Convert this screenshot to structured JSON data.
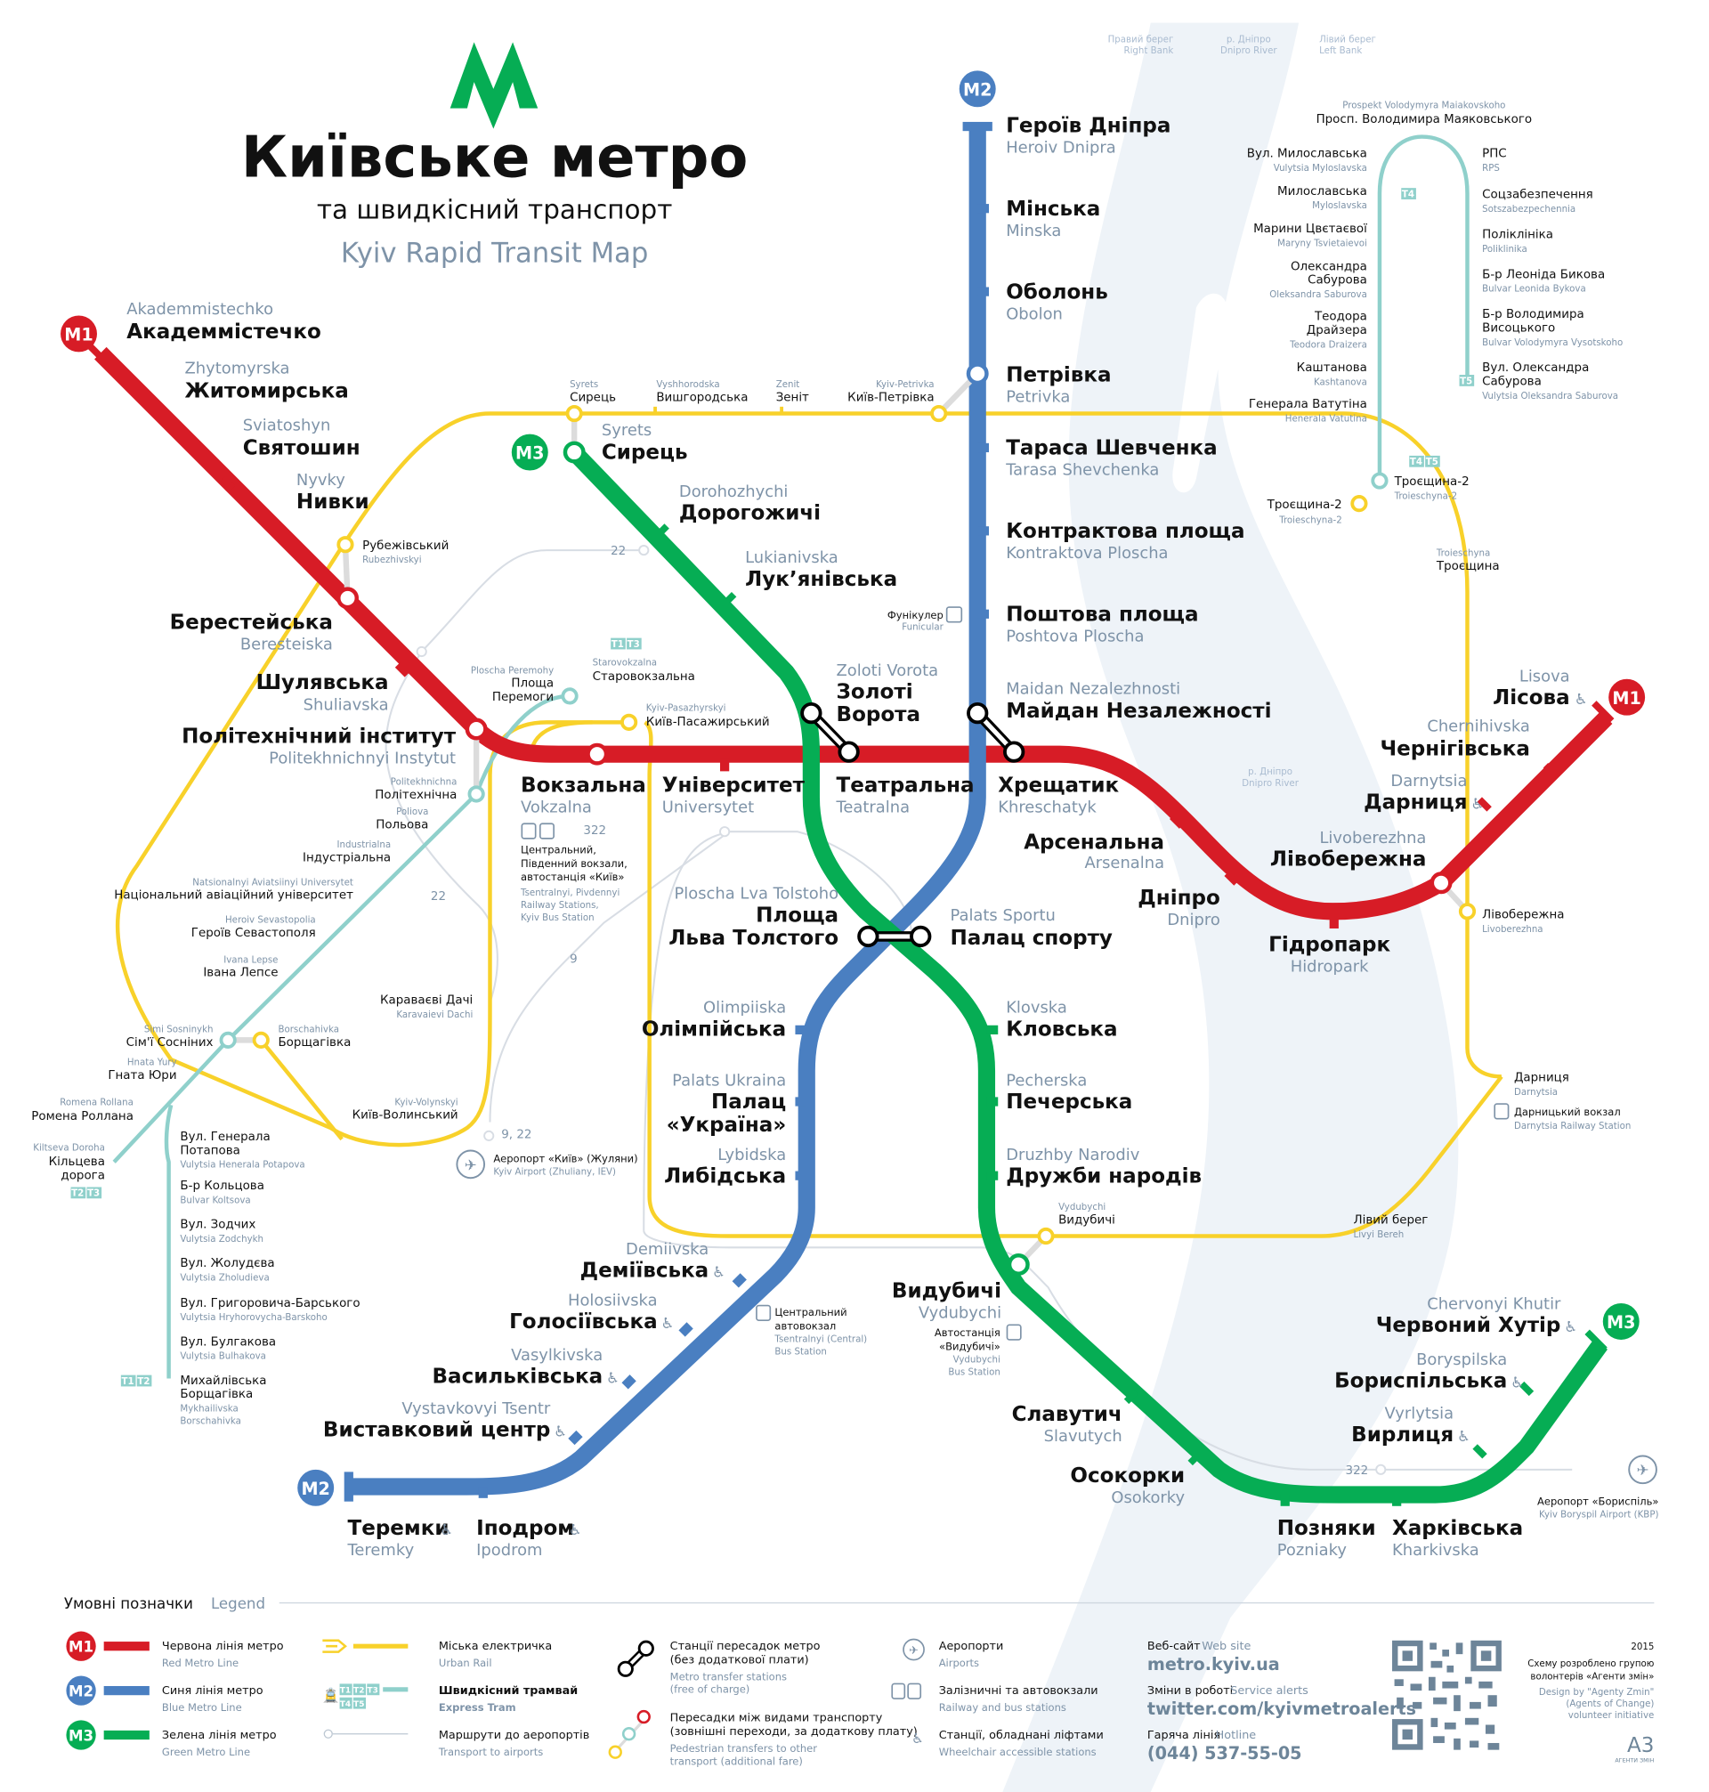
{
  "header": {
    "title": "Київське метро",
    "subtitle": "та швидкісний транспорт",
    "subtitle_en": "Kyiv Rapid Transit Map",
    "logo_color": "#06ad54"
  },
  "colors": {
    "red": "#d71c26",
    "blue": "#4a7fc1",
    "green": "#06ad54",
    "yellow": "#f8d12a",
    "tram": "#8fd0cb",
    "river": "#eef3f8",
    "english_text": "#7e93a8"
  },
  "river_labels": {
    "right_bank": "Правий берег",
    "right_bank_en": "Right Bank",
    "river": "р. Дніпро",
    "river_en": "Dnipro River",
    "left_bank": "Лівий берег",
    "left_bank_en": "Left Bank",
    "mid_river": "р. Дніпро",
    "mid_river_en": "Dnipro River"
  },
  "badges": {
    "m1": "M1",
    "m2": "M2",
    "m3": "M3"
  },
  "red_line": {
    "name": "Червона лінія метро",
    "stations": [
      {
        "ua": "Академмістечко",
        "en": "Akademmistechko"
      },
      {
        "ua": "Житомирська",
        "en": "Zhytomyrska"
      },
      {
        "ua": "Святошин",
        "en": "Sviatoshyn"
      },
      {
        "ua": "Нивки",
        "en": "Nyvky"
      },
      {
        "ua": "Берестейська",
        "en": "Beresteiska"
      },
      {
        "ua": "Шулявська",
        "en": "Shuliavska"
      },
      {
        "ua": "Політехнічний інститут",
        "en": "Politekhnichnyi Instytut"
      },
      {
        "ua": "Вокзальна",
        "en": "Vokzalna"
      },
      {
        "ua": "Університет",
        "en": "Universytet"
      },
      {
        "ua": "Театральна",
        "en": "Teatralna"
      },
      {
        "ua": "Хрещатик",
        "en": "Khreschatyk"
      },
      {
        "ua": "Арсенальна",
        "en": "Arsenalna"
      },
      {
        "ua": "Дніпро",
        "en": "Dnipro"
      },
      {
        "ua": "Гідропарк",
        "en": "Hidropark"
      },
      {
        "ua": "Лівобережна",
        "en": "Livoberezhna"
      },
      {
        "ua": "Дарниця",
        "en": "Darnytsia"
      },
      {
        "ua": "Чернігівська",
        "en": "Chernihivska"
      },
      {
        "ua": "Лісова",
        "en": "Lisova"
      }
    ]
  },
  "blue_line": {
    "name": "Синя лінія метро",
    "stations": [
      {
        "ua": "Героїв Дніпра",
        "en": "Heroiv Dnipra"
      },
      {
        "ua": "Мінська",
        "en": "Minska"
      },
      {
        "ua": "Оболонь",
        "en": "Obolon"
      },
      {
        "ua": "Петрівка",
        "en": "Petrivka"
      },
      {
        "ua": "Тараса Шевченка",
        "en": "Tarasa Shevchenka"
      },
      {
        "ua": "Контрактова площа",
        "en": "Kontraktova Ploscha"
      },
      {
        "ua": "Поштова площа",
        "en": "Poshtova Ploscha"
      },
      {
        "ua": "Майдан Незалежності",
        "en": "Maidan Nezalezhnosti"
      },
      {
        "ua": "Площа",
        "ua2": "Льва Толстого",
        "en": "Ploscha Lva Tolstoho"
      },
      {
        "ua": "Олімпійська",
        "en": "Olimpiiska"
      },
      {
        "ua": "Палац",
        "ua2": "«Україна»",
        "en": "Palats Ukraina"
      },
      {
        "ua": "Либідська",
        "en": "Lybidska"
      },
      {
        "ua": "Деміївська",
        "en": "Demiivska"
      },
      {
        "ua": "Голосіївська",
        "en": "Holosiivska"
      },
      {
        "ua": "Васильківська",
        "en": "Vasylkivska"
      },
      {
        "ua": "Виставковий центр",
        "en": "Vystavkovyi Tsentr"
      },
      {
        "ua": "Іподром",
        "en": "Ipodrom"
      },
      {
        "ua": "Теремки",
        "en": "Teremky"
      }
    ]
  },
  "green_line": {
    "name": "Зелена лінія метро",
    "stations": [
      {
        "ua": "Сирець",
        "en": "Syrets"
      },
      {
        "ua": "Дорогожичі",
        "en": "Dorohozhychi"
      },
      {
        "ua": "Лук’янівська",
        "en": "Lukianivska"
      },
      {
        "ua": "Золоті",
        "ua2": "Ворота",
        "en": "Zoloti Vorota"
      },
      {
        "ua": "Палац спорту",
        "en": "Palats Sportu"
      },
      {
        "ua": "Кловська",
        "en": "Klovska"
      },
      {
        "ua": "Печерська",
        "en": "Pecherska"
      },
      {
        "ua": "Дружби народів",
        "en": "Druzhby Narodiv"
      },
      {
        "ua": "Видубичі",
        "en": "Vydubychi"
      },
      {
        "ua": "Славутич",
        "en": "Slavutych"
      },
      {
        "ua": "Осокорки",
        "en": "Osokorky"
      },
      {
        "ua": "Позняки",
        "en": "Pozniaky"
      },
      {
        "ua": "Харківська",
        "en": "Kharkivska"
      },
      {
        "ua": "Вирлиця",
        "en": "Vyrlytsia"
      },
      {
        "ua": "Бориспільська",
        "en": "Boryspilska"
      },
      {
        "ua": "Червоний Хутір",
        "en": "Chervonyi Khutir"
      }
    ]
  },
  "urban_rail": {
    "stations": [
      {
        "ua": "Сирець",
        "en": "Syrets"
      },
      {
        "ua": "Вишгородська",
        "en": "Vyshhorodska"
      },
      {
        "ua": "Зеніт",
        "en": "Zenit"
      },
      {
        "ua": "Київ-Петрівка",
        "en": "Kyiv-Petrivka"
      },
      {
        "ua": "Троєщина-2",
        "en": "Troieschyna-2"
      },
      {
        "ua": "Троєщина",
        "en": "Troieschyna"
      },
      {
        "ua": "Лівобережна",
        "en": "Livoberezhna"
      },
      {
        "ua": "Дарниця",
        "en": "Darnytsia"
      },
      {
        "ua": "Лівий берег",
        "en": "Livyi Bereh"
      },
      {
        "ua": "Видубичі",
        "en": "Vydubychi"
      },
      {
        "ua": "Київ-Волинський",
        "en": "Kyiv-Volynskyi"
      },
      {
        "ua": "Караваєві Дачі",
        "en": "Karavaievi Dachi"
      },
      {
        "ua": "Київ-Пасажирський",
        "en": "Kyiv-Pasazhyrskyi"
      },
      {
        "ua": "Борщагівка",
        "en": "Borschahivka"
      },
      {
        "ua": "Рубежівський",
        "en": "Rubezhivskyi"
      }
    ]
  },
  "tram_west": {
    "stations": [
      {
        "ua": "Старовокзальна",
        "en": "Starovokzalna"
      },
      {
        "ua": "Площа",
        "ua2": "Перемоги",
        "en": "Ploscha Peremohy"
      },
      {
        "ua": "Політехнічна",
        "en": "Politekhnichna"
      },
      {
        "ua": "Польова",
        "en": "Poliova"
      },
      {
        "ua": "Індустріальна",
        "en": "Industrialna"
      },
      {
        "ua": "Національний авіаційний університет",
        "en": "Natsionalnyi Aviatsiinyi Universytet"
      },
      {
        "ua": "Героїв Севастополя",
        "en": "Heroiv Sevastopolia"
      },
      {
        "ua": "Івана Лепсе",
        "en": "Ivana Lepse"
      },
      {
        "ua": "Сім'ї Сосніних",
        "en": "Simi Sosninykh"
      },
      {
        "ua": "Гната Юри",
        "en": "Hnata Yury"
      },
      {
        "ua": "Ромена Роллана",
        "en": "Romena Rollana"
      },
      {
        "ua": "Кільцева",
        "ua2": "дорога",
        "en": "Kiltseva Doroha"
      },
      {
        "ua": "Вул. Генерала",
        "ua2": "Потапова",
        "en": "Vulytsia Henerala Potapova"
      },
      {
        "ua": "Б-р Кольцова",
        "en": "Bulvar Koltsova"
      },
      {
        "ua": "Вул. Зодчих",
        "en": "Vulytsia Zodchykh"
      },
      {
        "ua": "Вул. Жолудєва",
        "en": "Vulytsia Zholudieva"
      },
      {
        "ua": "Вул. Григоровича-Барського",
        "en": "Vulytsia Hryhorovycha-Barskoho"
      },
      {
        "ua": "Вул. Булгакова",
        "en": "Vulytsia Bulhakova"
      },
      {
        "ua": "Михайлівська",
        "ua2": "Борщагівка",
        "en": "Mykhailivska",
        "en2": "Borschahivka"
      }
    ],
    "tags": {
      "starovokzalna": [
        "T1",
        "T3"
      ],
      "kiltseva": [
        "T2",
        "T3"
      ],
      "mykhailivska": [
        "T1",
        "T2"
      ]
    }
  },
  "tram_east": {
    "stations": [
      {
        "ua": "Просп. Володимира Маяковського",
        "en": "Prospekt Volodymyra Maiakovskoho"
      },
      {
        "ua": "Вул. Милославська",
        "en": "Vulytsia Myloslavska"
      },
      {
        "ua": "Милославська",
        "en": "Myloslavska"
      },
      {
        "ua": "Марини Цвєтаєвої",
        "en": "Maryny Tsvietaievoi"
      },
      {
        "ua": "Олександра",
        "ua2": "Сабурова",
        "en": "Oleksandra Saburova"
      },
      {
        "ua": "Теодора",
        "ua2": "Драйзера",
        "en": "Teodora Draizera"
      },
      {
        "ua": "Каштанова",
        "en": "Kashtanova"
      },
      {
        "ua": "Генерала Ватутіна",
        "en": "Henerala Vatutina"
      },
      {
        "ua": "Троєщина-2",
        "en": "Troieschyna-2"
      },
      {
        "ua": "РПС",
        "en": "RPS"
      },
      {
        "ua": "Соцзабезпечення",
        "en": "Sotszabezpechennia"
      },
      {
        "ua": "Поліклініка",
        "en": "Poliklinika"
      },
      {
        "ua": "Б-р Леоніда Бикова",
        "en": "Bulvar Leonida Bykova"
      },
      {
        "ua": "Б-р Володимира",
        "ua2": "Висоцького",
        "en": "Bulvar Volodymyra Vysotskoho"
      },
      {
        "ua": "Вул. Олександра",
        "ua2": "Сабурова",
        "en": "Vulytsia Oleksandra Saburova"
      }
    ],
    "tags": {
      "myloslavska": [
        "T4"
      ],
      "saburova": [
        "T5"
      ],
      "troieschyna": [
        "T4",
        "T5"
      ]
    }
  },
  "poi": {
    "vokzalna_ua": [
      "Центральний,",
      "Південний вокзали,",
      "автостанція «Київ»"
    ],
    "vokzalna_en": [
      "Tsentralnyi, Pivdennyi",
      "Railway Stations,",
      "Kyiv Bus Station"
    ],
    "funicular_ua": "Фунікулер",
    "funicular_en": "Funicular",
    "central_bus_ua": [
      "Центральний",
      "автовокзал"
    ],
    "central_bus_en": [
      "Tsentralnyi (Central)",
      "Bus Station"
    ],
    "vydubychi_bus_ua": [
      "Автостанція",
      "«Видубичі»"
    ],
    "vydubychi_bus_en": [
      "Vydubychi",
      "Bus Station"
    ],
    "darnytsia_rail_ua": "Дарницький вокзал",
    "darnytsia_rail_en": "Darnytsia Railway Station",
    "zhuliany_ua": "Аеропорт «Київ» (Жуляни)",
    "zhuliany_en": "Kyiv Airport (Zhuliany, IEV)",
    "boryspil_ua": "Аеропорт «Бориспіль»",
    "boryspil_en": "Kyiv Boryspil Airport (KBP)",
    "bus_322": "322",
    "bus_22": "22",
    "bus_9": "9",
    "bus_9_22": "9, 22"
  },
  "legend": {
    "title": "Умовні позначки",
    "title_en": "Legend",
    "items": [
      {
        "ua": "Червона лінія метро",
        "en": "Red Metro Line"
      },
      {
        "ua": "Синя лінія метро",
        "en": "Blue Metro Line"
      },
      {
        "ua": "Зелена лінія метро",
        "en": "Green Metro Line"
      },
      {
        "ua": "Міська електричка",
        "en": "Urban Rail"
      },
      {
        "ua": "Швидкісний трамвай",
        "en": "Express Tram"
      },
      {
        "ua": "Маршрути до аеропортів",
        "en": "Transport to airports"
      },
      {
        "ua": "Станції пересадок метро",
        "ua2": "(без додаткової плати)",
        "en": "Metro transfer stations",
        "en2": "(free of charge)"
      },
      {
        "ua": "Пересадки між видами транспорту",
        "ua2": "(зовнішні переходи, за додаткову плату)",
        "en": "Pedestrian transfers to other",
        "en2": "transport (additional fare)"
      },
      {
        "ua": "Аеропорти",
        "en": "Airports"
      },
      {
        "ua": "Залізничні та автовокзали",
        "en": "Railway and bus stations"
      },
      {
        "ua": "Станції, обладнані ліфтами",
        "en": "Wheelchair accessible stations"
      }
    ],
    "tram_tags": [
      "T1",
      "T2",
      "T3",
      "T4",
      "T5"
    ]
  },
  "contacts": {
    "website_label": "Веб-сайт",
    "website_label_en": "Web site",
    "website": "metro.kyiv.ua",
    "alerts_label": "Зміни в роботі",
    "alerts_label_en": "Service alerts",
    "alerts": "twitter.com/kyivmetroalerts",
    "hotline_label": "Гаряча лінія",
    "hotline_label_en": "Hotline",
    "hotline": "(044) 537-55-05"
  },
  "credits": {
    "year": "2015",
    "ua1": "Схему розроблено групою",
    "ua2": "волонтерів «Агенти змін»",
    "en1": "Design by \"Agenty Zmin\"",
    "en2": "(Agents of Change)",
    "en3": "volunteer initiative",
    "logo": "A3",
    "logo_sub": "АГЕНТИ ЗМІН"
  }
}
